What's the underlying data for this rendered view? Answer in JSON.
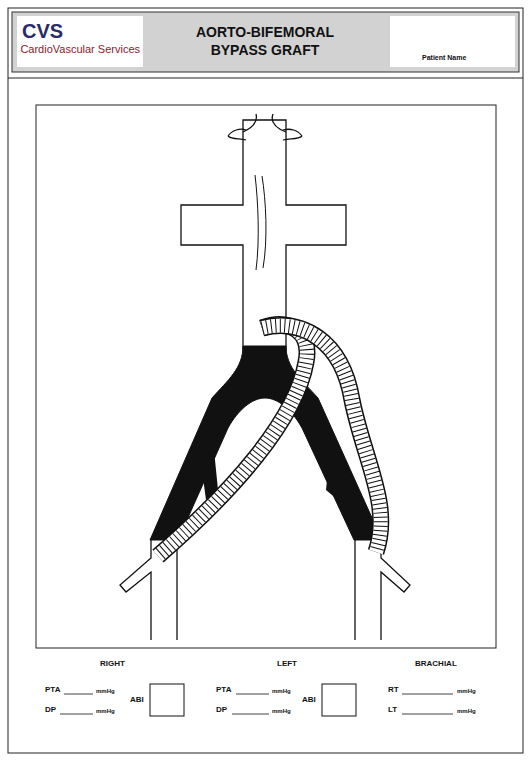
{
  "diagram": {
    "title": "AORTO-BIFEMORAL BYPASS GRAFT",
    "nodes": [
      {
        "text": [
          "CVS",
          "CardioVascular Services"
        ]
      },
      {
        "text": [
          "Patient Name"
        ]
      }
    ],
    "labels": [
      "RIGHT",
      "LEFT",
      "BRACHIAL",
      "PTA",
      "mmHg",
      "DP",
      "mmHg",
      "ABI",
      "PTA",
      "mmHg",
      "DP",
      "mmHg",
      "ABI",
      "RT",
      "mmHg",
      "LT",
      "mmHg"
    ]
  }
}
